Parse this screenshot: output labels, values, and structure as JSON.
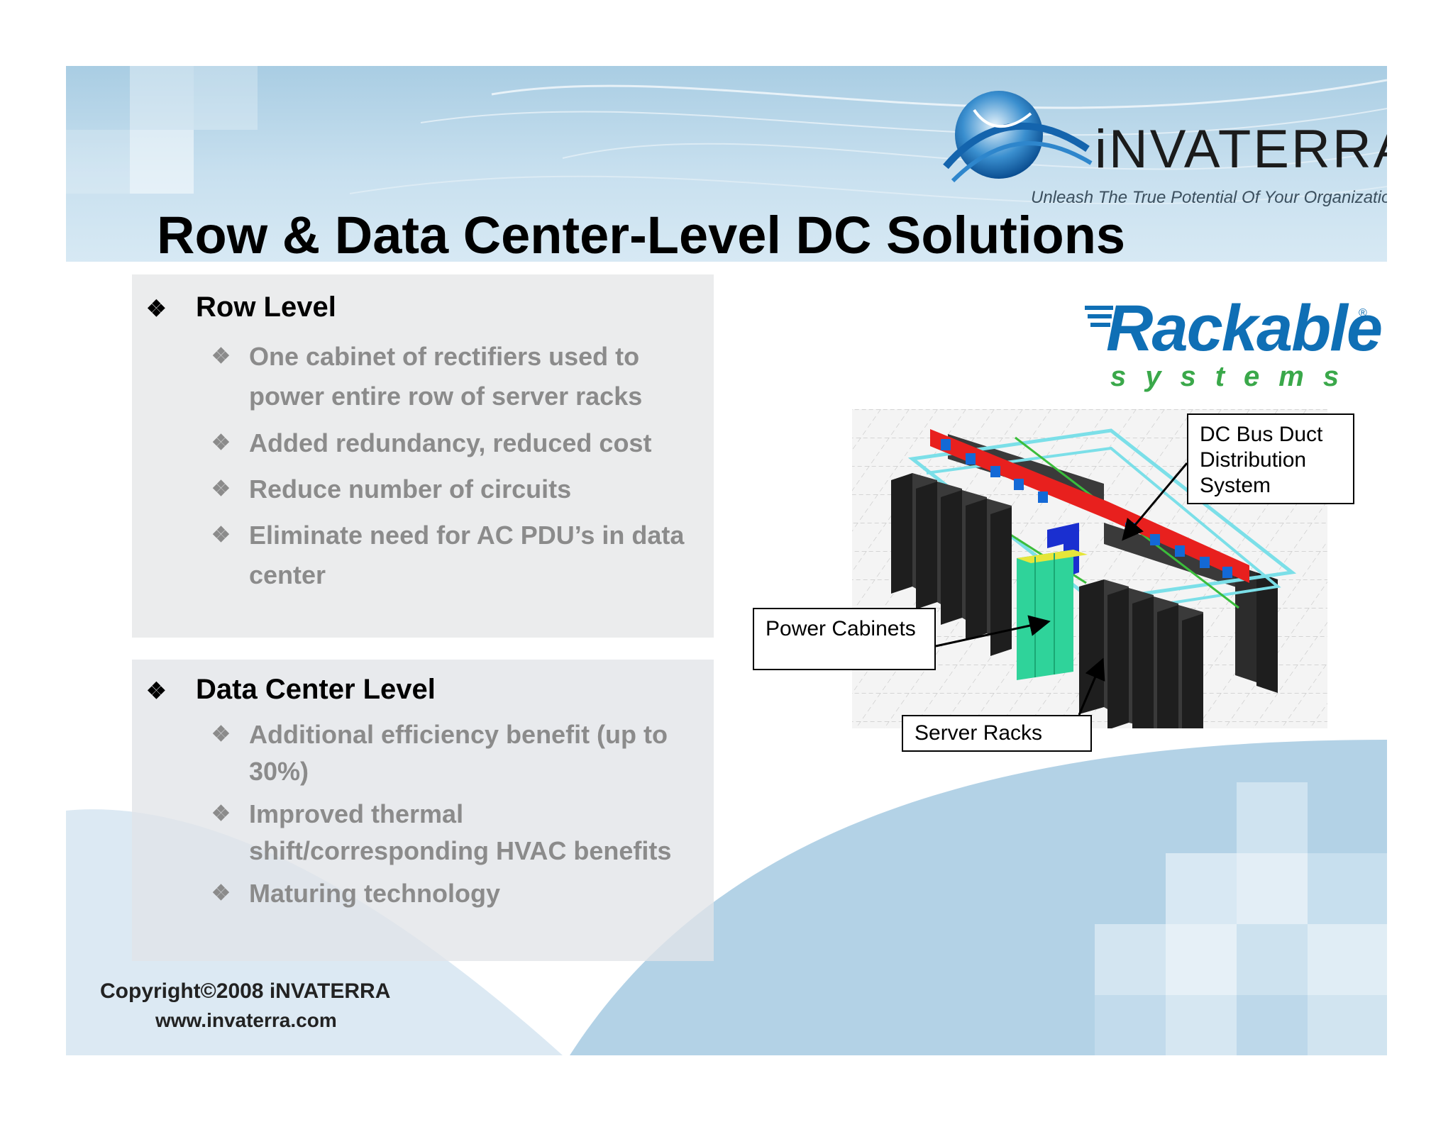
{
  "title": "Row & Data Center-Level DC Solutions",
  "brand": {
    "name": "iNVATERRA",
    "tagline": "Unleash The True Potential Of Your Organization"
  },
  "partner_logo": {
    "name": "Rackable",
    "registered": "®",
    "sub": "systems"
  },
  "sections": [
    {
      "heading": "Row Level",
      "items": [
        "One cabinet of rectifiers used to power entire row of server racks",
        "Added redundancy, reduced cost",
        "Reduce number of circuits",
        "Eliminate need for AC PDU’s in data center"
      ]
    },
    {
      "heading": "Data Center Level",
      "items": [
        "Additional efficiency benefit (up to 30%)",
        "Improved thermal shift/corresponding HVAC benefits",
        "Maturing technology"
      ]
    }
  ],
  "bullet_symbol": "❖",
  "diagram": {
    "callouts": {
      "dc_bus": "DC Bus Duct Distribution System",
      "power_cabinets": "Power Cabinets",
      "server_racks": "Server Racks"
    }
  },
  "footer": {
    "copyright": "Copyright©2008 iNVATERRA",
    "website": "www.invaterra.com"
  },
  "colors": {
    "header_blue": "#a9cde3",
    "rackable_blue": "#0f6fb5",
    "rackable_green": "#3aa84a",
    "bus_red": "#e8201e",
    "bus_blue": "#1a2fd0",
    "cabinet_green": "#2fd39a",
    "rack_black": "#2a2a2a"
  }
}
